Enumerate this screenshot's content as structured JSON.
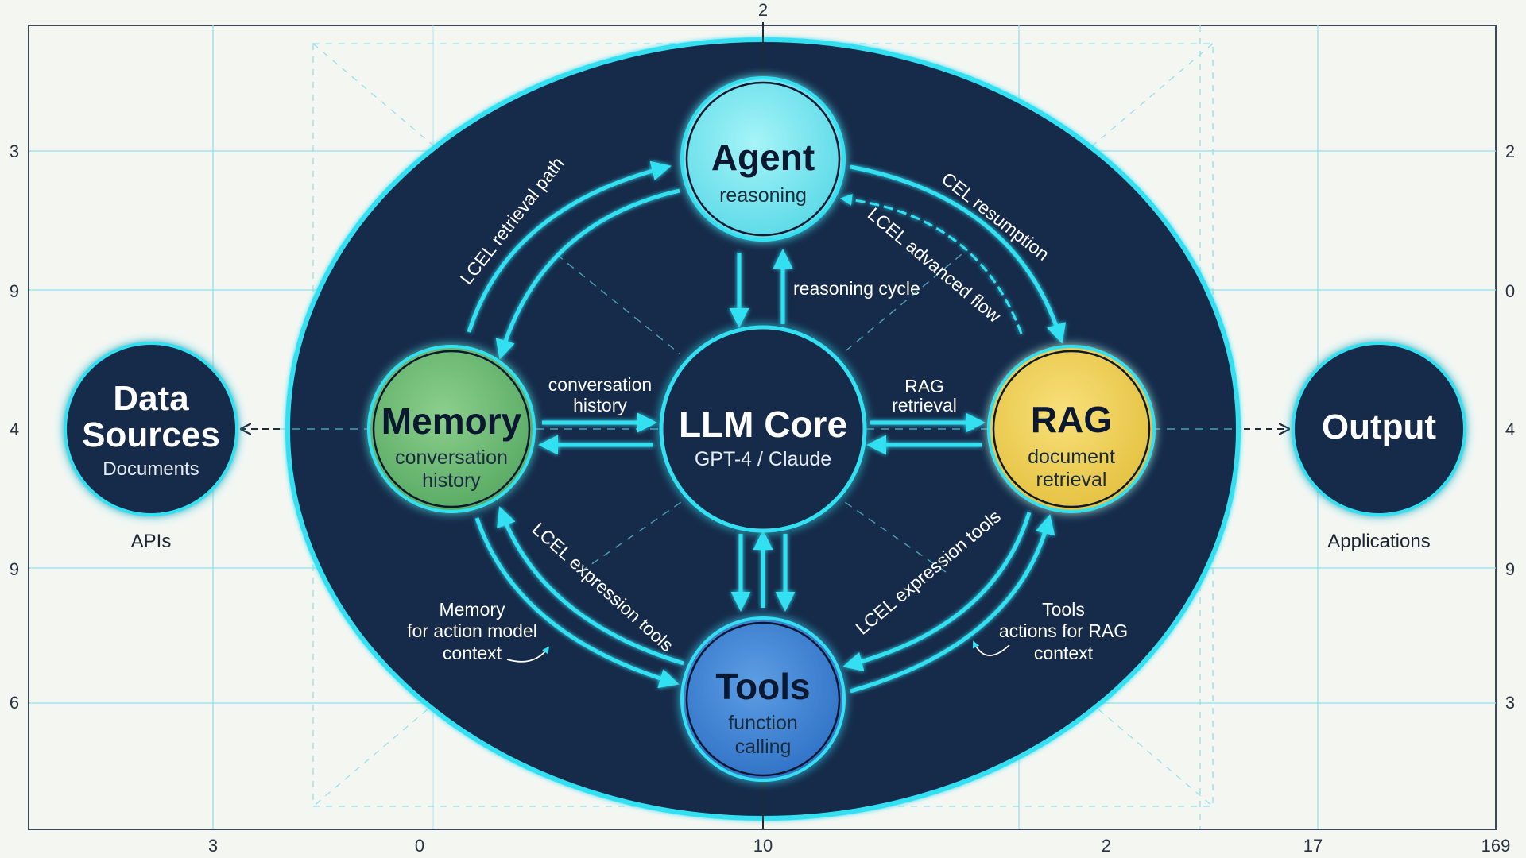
{
  "nodes": {
    "agent": {
      "title": "Agent",
      "subtitle": "reasoning",
      "color": "#6fe6f0"
    },
    "llm": {
      "title": "LLM Core",
      "subtitle": "GPT-4 / Claude",
      "color": "#13294a"
    },
    "memory": {
      "title": "Memory",
      "subtitle1": "conversation",
      "subtitle2": "history",
      "color": "#6dba74"
    },
    "rag": {
      "title": "RAG",
      "subtitle1": "document",
      "subtitle2": "retrieval",
      "color": "#f2d24f"
    },
    "tools": {
      "title": "Tools",
      "subtitle1": "function",
      "subtitle2": "calling",
      "color": "#3c86d8"
    },
    "data_sources": {
      "title1": "Data",
      "title2": "Sources",
      "subtitle": "Documents",
      "below": "APIs",
      "color": "#13294a"
    },
    "output": {
      "title": "Output",
      "below": "Applications",
      "color": "#13294a"
    }
  },
  "edge_labels": {
    "top_left": "LCEL retrieval path",
    "top_right_1": "CEL resumption",
    "top_right_2": "LCEL advanced flow",
    "reasoning": "reasoning cycle",
    "memory_llm_1": "conversation",
    "memory_llm_2": "history",
    "rag_llm_1": "RAG",
    "rag_llm_2": "retrieval",
    "bottom_left": "LCEL expression tools",
    "bottom_right": "LCEL expression tools",
    "memory_note_1": "Memory",
    "memory_note_2": "for action model",
    "memory_note_3": "context",
    "tools_note_1": "Tools",
    "tools_note_2": "actions for RAG",
    "tools_note_3": "context"
  },
  "ticks": {
    "top": "2",
    "left": [
      "3",
      "9",
      "4",
      "9",
      "6"
    ],
    "right": [
      "2",
      "0",
      "4",
      "9",
      "3"
    ],
    "bottom": [
      "3",
      "0",
      "10",
      "2",
      "17",
      "169"
    ]
  },
  "colors": {
    "ellipse": "#13294a",
    "glow": "#33e0f2",
    "grid": "#5fd6e8",
    "frame": "#1c2a3a"
  }
}
